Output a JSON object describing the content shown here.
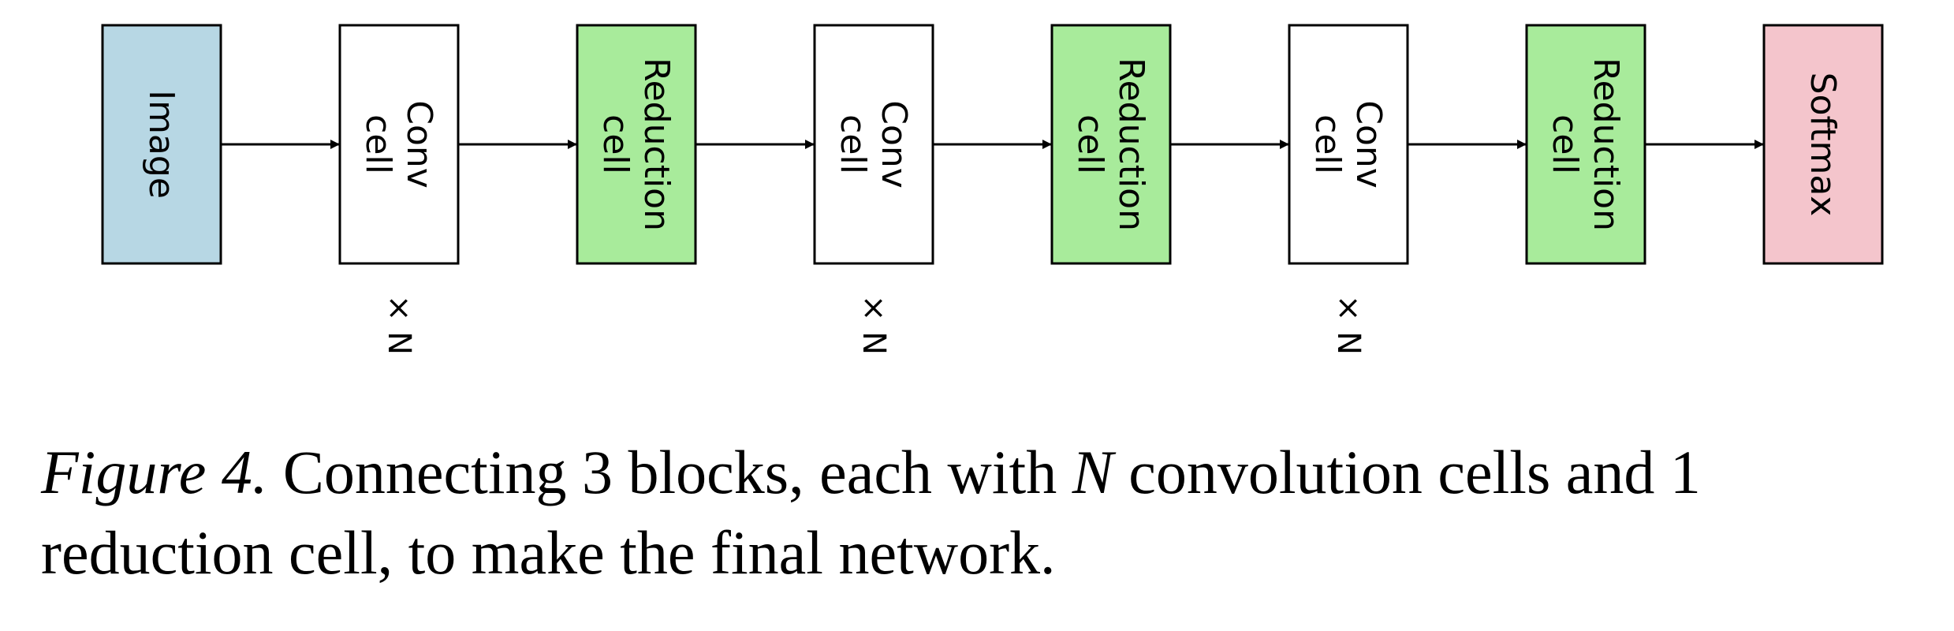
{
  "diagram": {
    "nodes": [
      {
        "id": "image",
        "lines": [
          "Image"
        ],
        "fill": "#b7d7e4"
      },
      {
        "id": "conv-cell-1",
        "lines": [
          "Conv",
          "cell"
        ],
        "fill": "#ffffff"
      },
      {
        "id": "reduction-cell-1",
        "lines": [
          "Reduction",
          "cell"
        ],
        "fill": "#a8eb9b"
      },
      {
        "id": "conv-cell-2",
        "lines": [
          "Conv",
          "cell"
        ],
        "fill": "#ffffff"
      },
      {
        "id": "reduction-cell-2",
        "lines": [
          "Reduction",
          "cell"
        ],
        "fill": "#a8eb9b"
      },
      {
        "id": "conv-cell-3",
        "lines": [
          "Conv",
          "cell"
        ],
        "fill": "#ffffff"
      },
      {
        "id": "reduction-cell-3",
        "lines": [
          "Reduction",
          "cell"
        ],
        "fill": "#a8eb9b"
      },
      {
        "id": "softmax",
        "lines": [
          "Softmax"
        ],
        "fill": "#f4c5cc"
      }
    ],
    "edges": [
      [
        "image",
        "conv-cell-1"
      ],
      [
        "conv-cell-1",
        "reduction-cell-1"
      ],
      [
        "reduction-cell-1",
        "conv-cell-2"
      ],
      [
        "conv-cell-2",
        "reduction-cell-2"
      ],
      [
        "reduction-cell-2",
        "conv-cell-3"
      ],
      [
        "conv-cell-3",
        "reduction-cell-3"
      ],
      [
        "reduction-cell-3",
        "softmax"
      ]
    ],
    "multipliers": [
      {
        "node": "conv-cell-1",
        "text": "× N"
      },
      {
        "node": "conv-cell-2",
        "text": "× N"
      },
      {
        "node": "conv-cell-3",
        "text": "× N"
      }
    ]
  },
  "caption": {
    "label": "Figure 4.",
    "text_before_var": " Connecting 3 blocks, each with ",
    "var": "N",
    "text_after_var": " convolution cells and 1 reduction cell, to make the final network."
  }
}
